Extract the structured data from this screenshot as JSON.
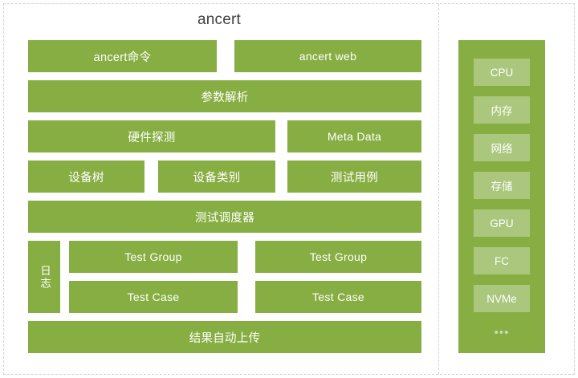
{
  "diagram": {
    "title": "ancert",
    "colors": {
      "block_green": "#87AE43",
      "chip_green": "#AAC77D",
      "title_text": "#3F3F3F",
      "dashed_border": "#D2D2D2",
      "block_text": "#FFFFFF"
    },
    "main": {
      "row_entry": [
        {
          "label": "ancert命令"
        },
        {
          "label": "ancert web"
        }
      ],
      "row_parse": [
        {
          "label": "参数解析"
        }
      ],
      "row_detect": [
        {
          "label": "硬件探测"
        },
        {
          "label": "Meta Data"
        }
      ],
      "row_assets": [
        {
          "label": "设备树"
        },
        {
          "label": "设备类别"
        },
        {
          "label": "测试用例"
        }
      ],
      "row_scheduler": [
        {
          "label": "测试调度器"
        }
      ],
      "log_column": {
        "label": "日志"
      },
      "row_test_group": [
        {
          "label": "Test Group"
        },
        {
          "label": "Test Group"
        }
      ],
      "row_test_case": [
        {
          "label": "Test Case"
        },
        {
          "label": "Test Case"
        }
      ],
      "row_upload": [
        {
          "label": "结果自动上传"
        }
      ]
    },
    "hardware_panel": {
      "items": [
        {
          "label": "CPU"
        },
        {
          "label": "内存"
        },
        {
          "label": "网络"
        },
        {
          "label": "存储"
        },
        {
          "label": "GPU"
        },
        {
          "label": "FC"
        },
        {
          "label": "NVMe"
        }
      ],
      "more": "•••"
    }
  }
}
